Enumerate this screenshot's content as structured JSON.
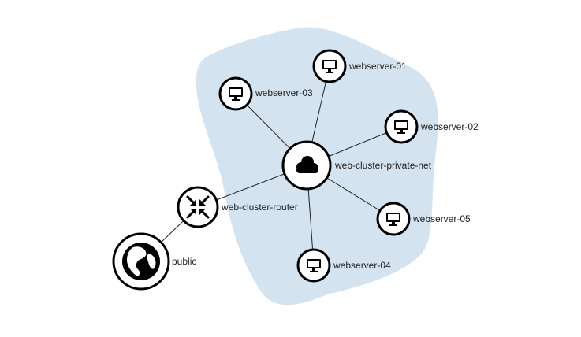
{
  "colors": {
    "region_fill": "#d3e3ef",
    "stroke": "#000000",
    "link": "#222222",
    "node_fill": "#ffffff"
  },
  "nodes": {
    "public": {
      "label": "public",
      "icon": "globe-icon"
    },
    "router": {
      "label": "web-cluster-router",
      "icon": "router-icon"
    },
    "network": {
      "label": "web-cluster-private-net",
      "icon": "cloud-icon"
    },
    "ws01": {
      "label": "webserver-01",
      "icon": "monitor-icon"
    },
    "ws02": {
      "label": "webserver-02",
      "icon": "monitor-icon"
    },
    "ws03": {
      "label": "webserver-03",
      "icon": "monitor-icon"
    },
    "ws04": {
      "label": "webserver-04",
      "icon": "monitor-icon"
    },
    "ws05": {
      "label": "webserver-05",
      "icon": "monitor-icon"
    }
  },
  "links": [
    [
      "public",
      "router"
    ],
    [
      "router",
      "network"
    ],
    [
      "network",
      "ws01"
    ],
    [
      "network",
      "ws02"
    ],
    [
      "network",
      "ws03"
    ],
    [
      "network",
      "ws04"
    ],
    [
      "network",
      "ws05"
    ]
  ]
}
